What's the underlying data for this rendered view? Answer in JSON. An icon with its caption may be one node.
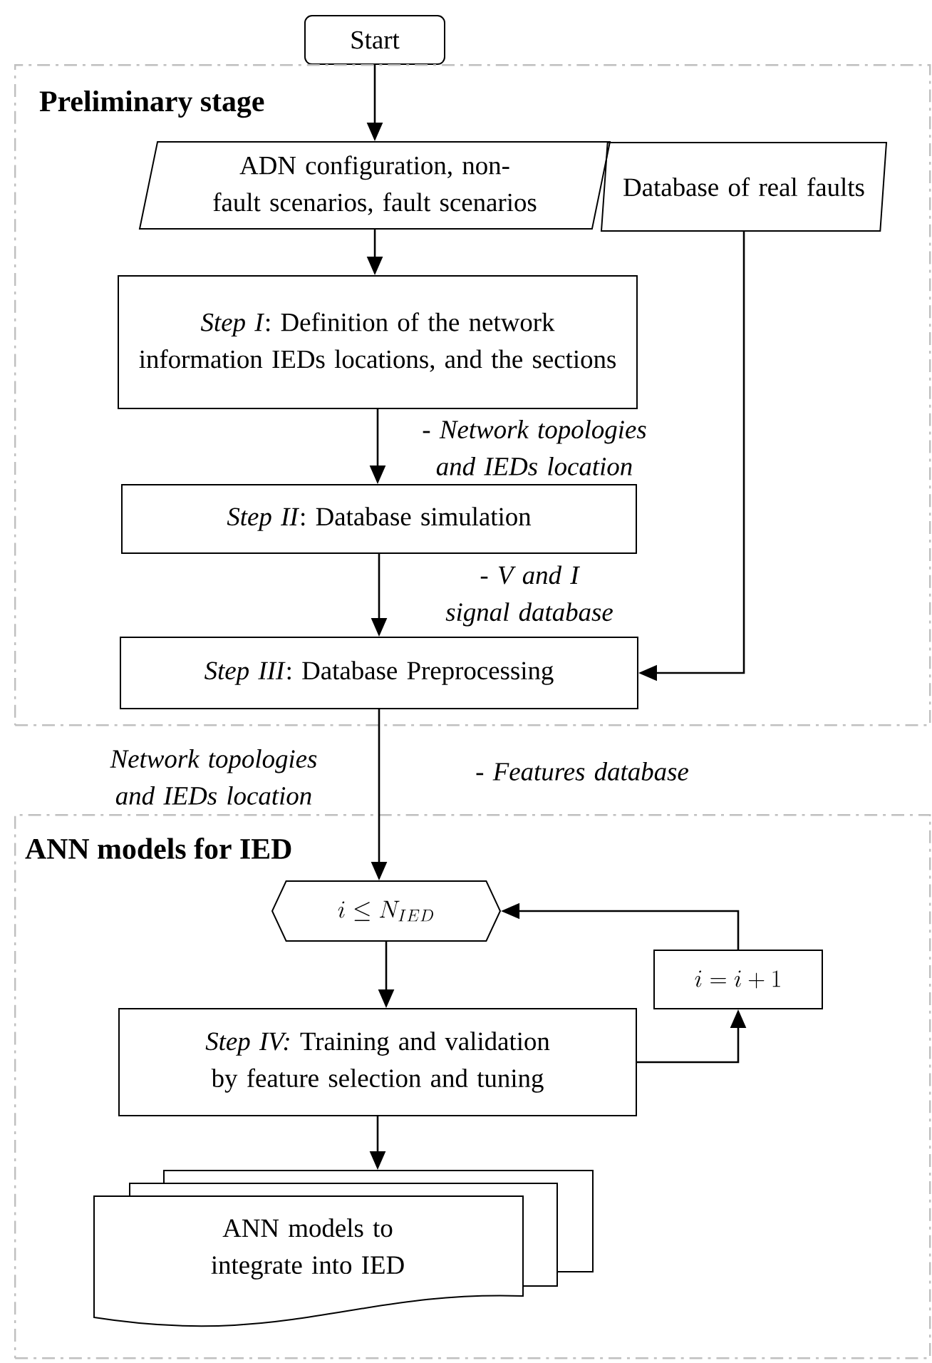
{
  "diagram": {
    "nodes": [
      {
        "text": [
          "Start"
        ]
      },
      {
        "text": [
          "Preliminary stage"
        ]
      },
      {
        "text": [
          "ADN configuration, non-fault scenarios, fault scenarios"
        ],
        "in": 1
      },
      {
        "text": [
          "Database of real faults"
        ],
        "in": 1
      },
      {
        "text": [
          "*Step I*: Definition of the network information IEDs locations, and the sections"
        ],
        "in": 1
      },
      {
        "text": [
          "*Step II*: Database simulation"
        ],
        "in": 1
      },
      {
        "text": [
          "*Step III*: Database Preprocessing"
        ],
        "in": 1
      },
      {
        "text": [
          "ANN models for IED"
        ]
      },
      {
        "text": [
          "i \\le N_{IED}"
        ],
        "in": 7
      },
      {
        "text": [
          "*Step IV:* Training and validation by feature selection and tuning"
        ],
        "in": 7
      },
      {
        "text": [
          "i = i + 1"
        ],
        "in": 7
      },
      {
        "text": [
          "ANN models to integrate into IED"
        ],
        "in": 7
      }
    ],
    "edges": [
      {
        "from": 0,
        "to": 2,
        "arrow": "to"
      },
      {
        "from": 2,
        "to": 4,
        "arrow": "to"
      },
      {
        "from": 4,
        "to": 5,
        "arrow": "to",
        "label": "- *Network topologies and IEDs location*"
      },
      {
        "from": 5,
        "to": 6,
        "arrow": "to",
        "label": "- *V and I signal database*"
      },
      {
        "from": 3,
        "to": 6,
        "arrow": "to"
      },
      {
        "from": 6,
        "to": 8,
        "arrow": "to",
        "label": "- *Features database*"
      },
      {
        "from": 8,
        "to": 9,
        "arrow": "to"
      },
      {
        "from": 9,
        "to": 10,
        "arrow": "to"
      },
      {
        "from": 10,
        "to": 8,
        "arrow": "to"
      },
      {
        "from": 9,
        "to": 11,
        "arrow": "to"
      }
    ],
    "labels": [
      "Network topologies and IEDs location"
    ]
  }
}
